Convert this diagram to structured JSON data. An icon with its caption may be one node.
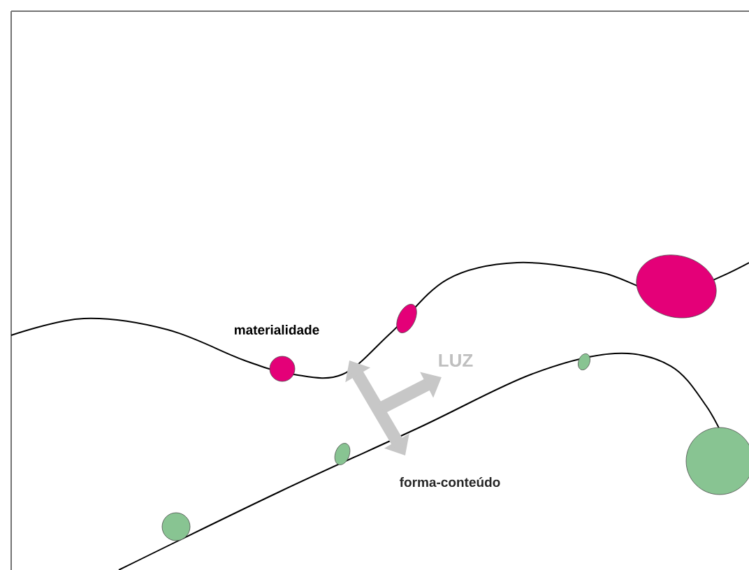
{
  "diagram": {
    "labels": [
      "materialidade",
      "LUZ",
      "forma-conteúdo"
    ]
  }
}
